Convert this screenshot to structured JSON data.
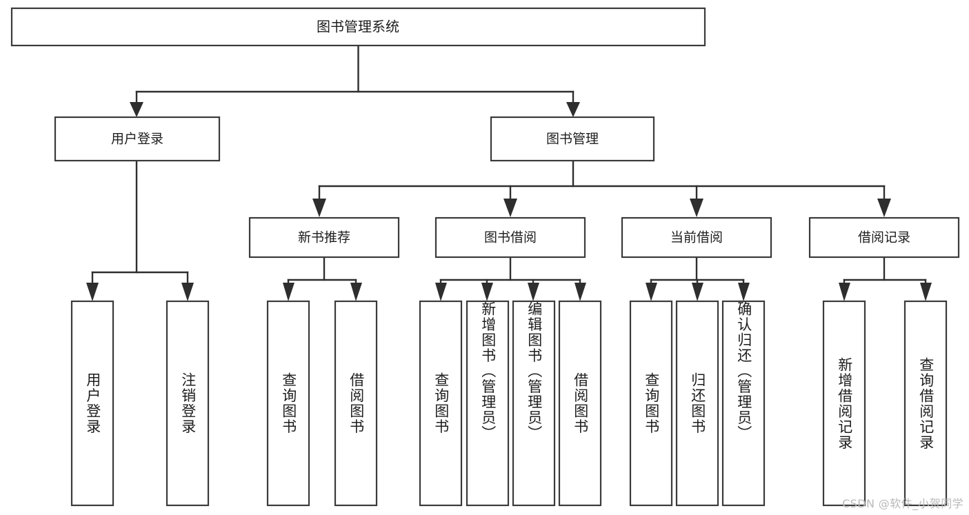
{
  "diagram": {
    "kind": "tree-structure-chart",
    "title": "图书管理系统",
    "root": {
      "label": "图书管理系统"
    },
    "level1": [
      {
        "label": "用户登录"
      },
      {
        "label": "图书管理"
      }
    ],
    "level2": [
      {
        "label": "新书推荐",
        "parent": "图书管理"
      },
      {
        "label": "图书借阅",
        "parent": "图书管理"
      },
      {
        "label": "当前借阅",
        "parent": "图书管理"
      },
      {
        "label": "借阅记录",
        "parent": "图书管理"
      }
    ],
    "leaves": {
      "user_login": [
        {
          "label": "用户登录"
        },
        {
          "label": "注销登录"
        }
      ],
      "new_book_recommend": [
        {
          "label": "查询图书"
        },
        {
          "label": "借阅图书"
        }
      ],
      "book_borrow": [
        {
          "label": "查询图书"
        },
        {
          "label": "新增图书（管理员）"
        },
        {
          "label": "编辑图书（管理员）"
        },
        {
          "label": "借阅图书"
        }
      ],
      "current_borrow": [
        {
          "label": "查询图书"
        },
        {
          "label": "归还图书"
        },
        {
          "label": "确认归还（管理员）"
        }
      ],
      "borrow_record": [
        {
          "label": "新增借阅记录"
        },
        {
          "label": "查询借阅记录"
        }
      ]
    }
  },
  "watermark": {
    "text": "CSDN @软件_小贺同学"
  },
  "colors": {
    "box_stroke": "#3a3a3a",
    "box_fill": "#ffffff",
    "connector": "#2e2e2e",
    "text": "#1d1d1d",
    "watermark": "#b9b9b9",
    "background": "#ffffff"
  }
}
